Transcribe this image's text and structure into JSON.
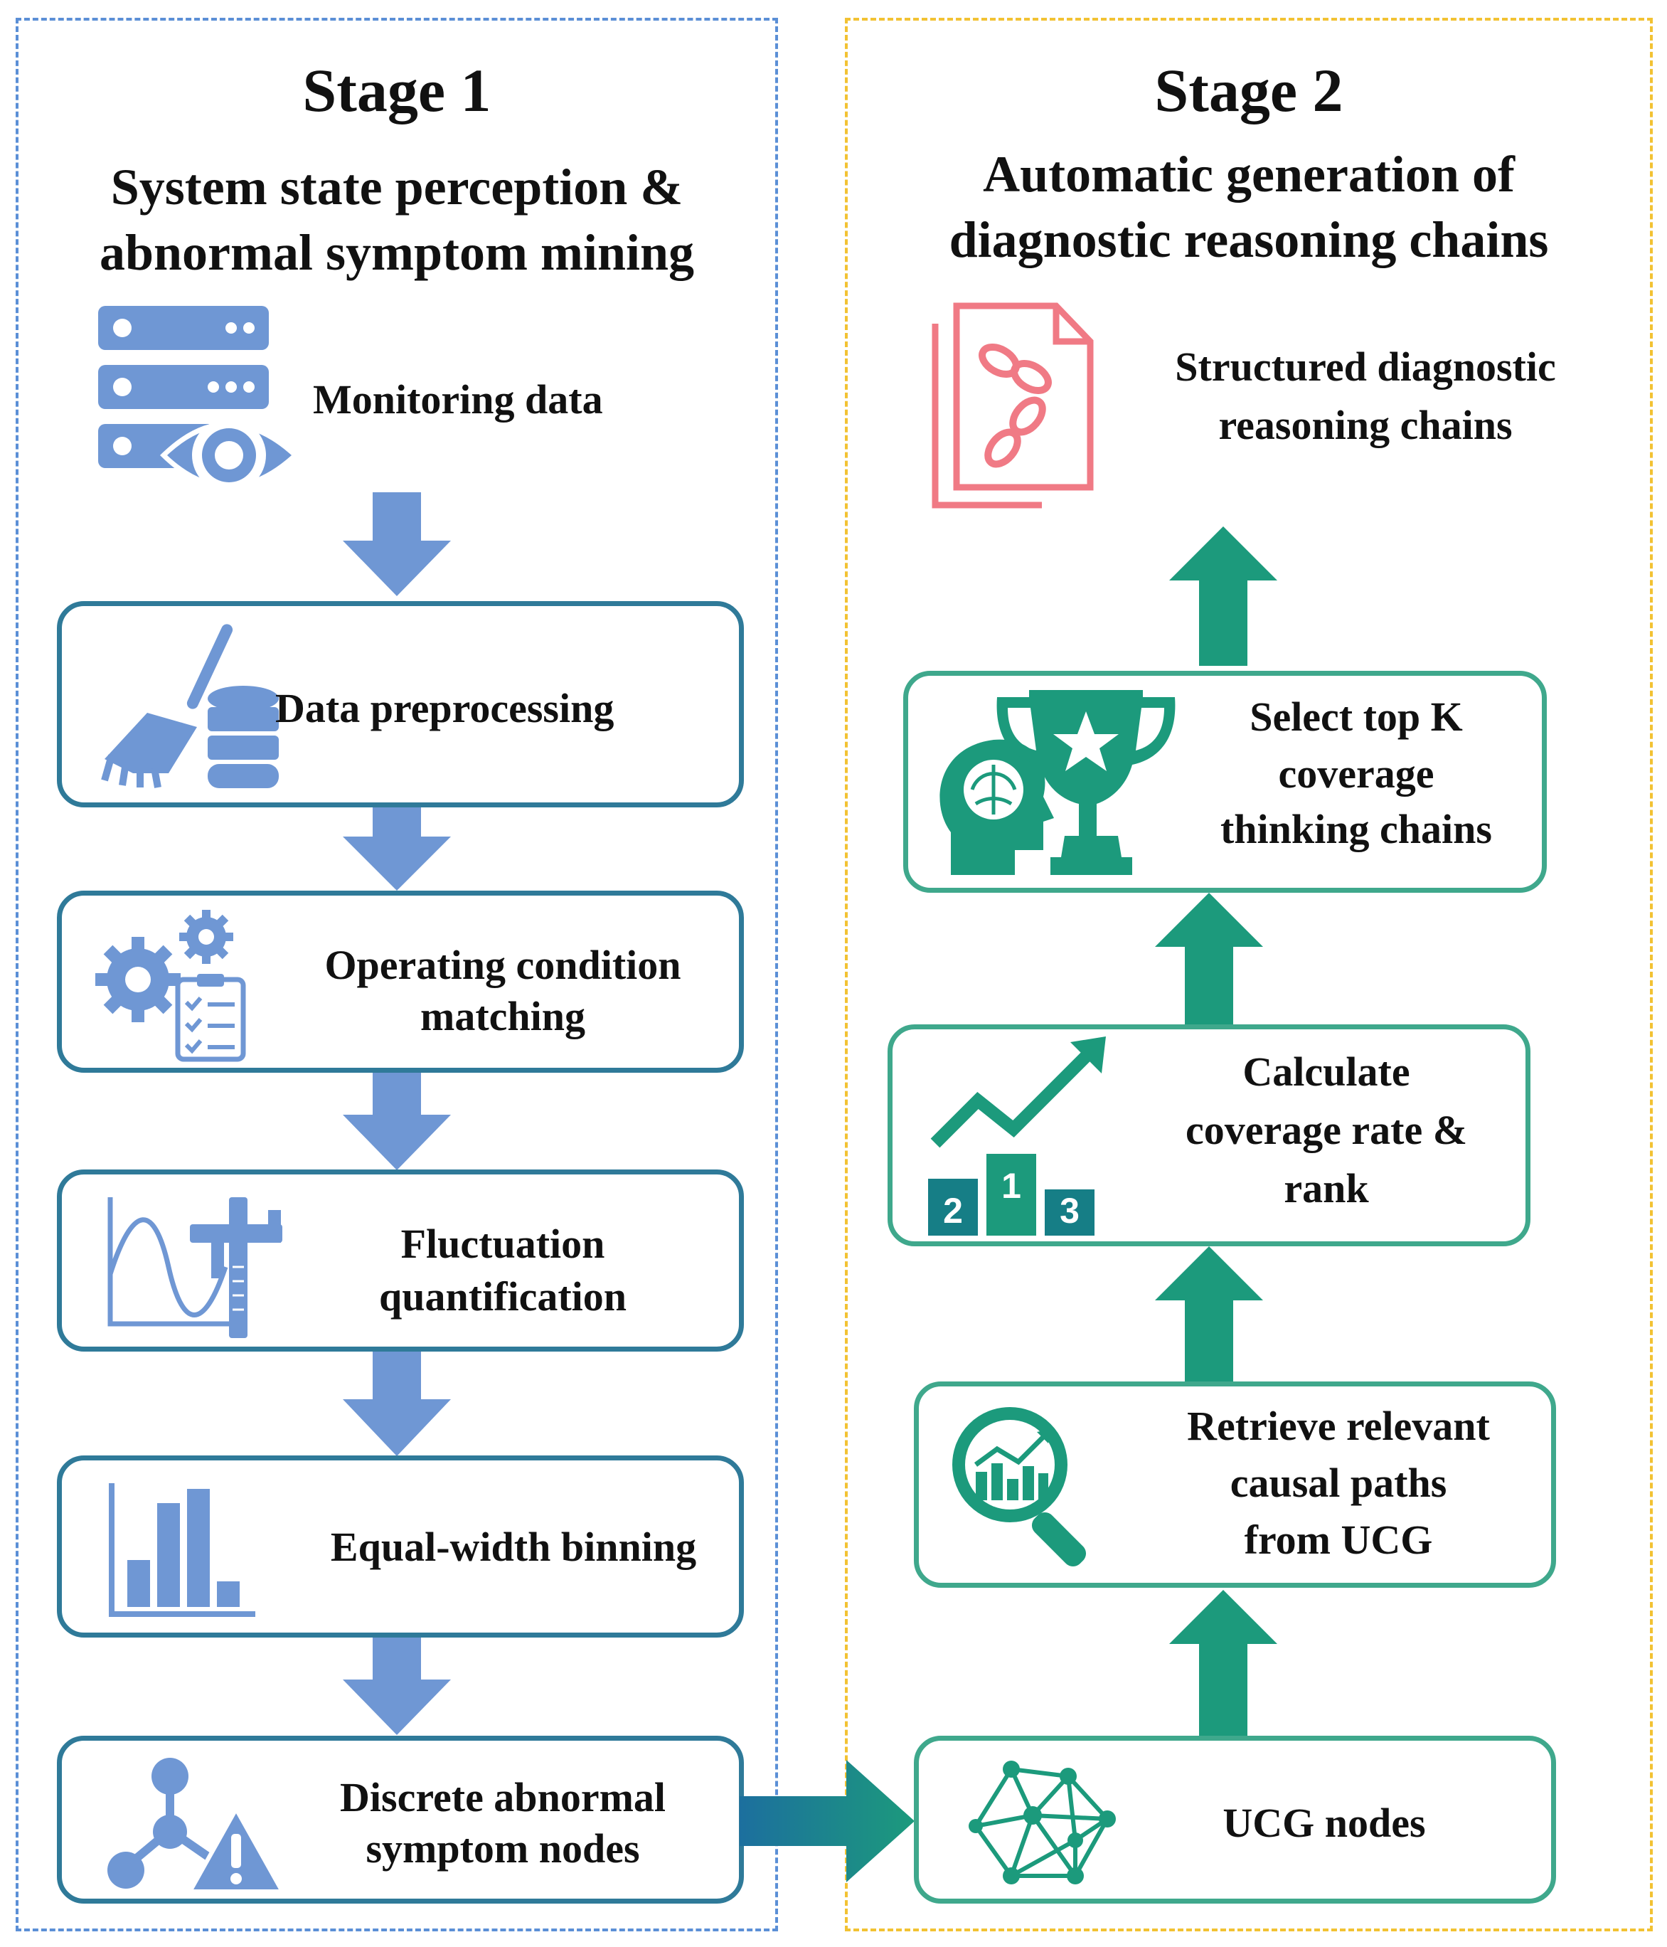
{
  "stage1": {
    "title": "Stage 1",
    "subtitle_line1": "System state perception &",
    "subtitle_line2": "abnormal symptom mining",
    "steps": [
      {
        "icon": "server-eye-icon",
        "label": "Monitoring data"
      },
      {
        "icon": "broom-database-icon",
        "label": "Data preprocessing"
      },
      {
        "icon": "gears-clipboard-icon",
        "label_line1": "Operating condition",
        "label_line2": "matching"
      },
      {
        "icon": "wave-caliper-icon",
        "label_line1": "Fluctuation",
        "label_line2": "quantification"
      },
      {
        "icon": "bar-chart-icon",
        "label": "Equal-width binning"
      },
      {
        "icon": "molecule-warning-icon",
        "label_line1": "Discrete abnormal",
        "label_line2": "symptom nodes"
      }
    ]
  },
  "stage2": {
    "title": "Stage 2",
    "subtitle_line1": "Automatic generation of",
    "subtitle_line2": "diagnostic reasoning chains",
    "steps": [
      {
        "icon": "network-graph-icon",
        "label": "UCG nodes"
      },
      {
        "icon": "magnifier-chart-icon",
        "label_line1": "Retrieve relevant",
        "label_line2": "causal paths",
        "label_line3": "from UCG"
      },
      {
        "icon": "podium-trend-icon",
        "label_line1": "Calculate",
        "label_line2": "coverage rate &",
        "label_line3": "rank"
      },
      {
        "icon": "brain-trophy-icon",
        "label_line1": "Select top K",
        "label_line2": "coverage",
        "label_line3": "thinking chains"
      },
      {
        "icon": "document-chain-icon",
        "label_line1": "Structured diagnostic",
        "label_line2": "reasoning chains"
      }
    ],
    "podium": {
      "first": "1",
      "second": "2",
      "third": "3"
    }
  },
  "colors": {
    "stage1_border": "#5b8fd6",
    "stage2_border": "#f2c233",
    "blue_box": "#2f7a99",
    "green_box": "#3fa88c",
    "blue_arrow": "#6f97d4",
    "green_arrow": "#1c9a7c",
    "icon_blue": "#6f97d4",
    "icon_green": "#1c9a7c",
    "icon_red": "#f07a85"
  }
}
